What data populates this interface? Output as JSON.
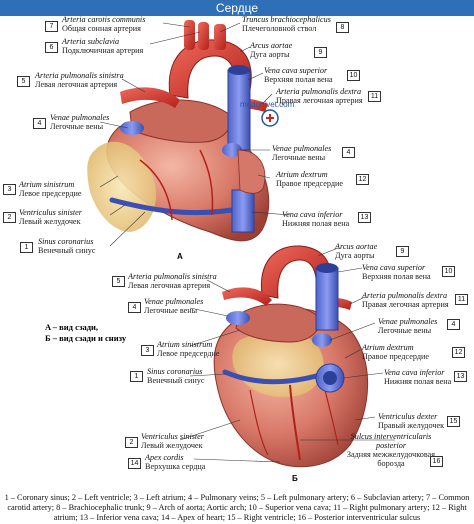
{
  "title": "Сердце",
  "watermark": "medunivet.com",
  "view_labels": {
    "a": "A",
    "b": "Б"
  },
  "view_notes": [
    "A – вид сзади,",
    "Б – вид сзади и снизу"
  ],
  "labels_a": [
    {
      "num": "7",
      "la": "Arteria carotis communis",
      "ru": "Общая сонная артерия"
    },
    {
      "num": "6",
      "la": "Arteria subclavia",
      "ru": "Подключичная артерия"
    },
    {
      "num": "5",
      "la": "Arteria pulmonalis sinistra",
      "ru": "Левая легочная артерия"
    },
    {
      "num": "4",
      "la": "Venae pulmonales",
      "ru": "Легочные вены"
    },
    {
      "num": "3",
      "la": "Atrium sinistrum",
      "ru": "Левое предсердие"
    },
    {
      "num": "2",
      "la": "Ventriculus sinister",
      "ru": "Левый желудочек"
    },
    {
      "num": "1",
      "la": "Sinus coronarius",
      "ru": "Венечный синус"
    },
    {
      "num": "8",
      "la": "Truncus brachiocephalicus",
      "ru": "Плечеголовной ствол"
    },
    {
      "num": "9",
      "la": "Arcus aortae",
      "ru": "Дуга аорты"
    },
    {
      "num": "10",
      "la": "Vena cava superior",
      "ru": "Верхняя полая вена"
    },
    {
      "num": "11",
      "la": "Arteria pulmonalis dextra",
      "ru": "Правая легочная артерия"
    },
    {
      "num": "4",
      "la": "Venae pulmonales",
      "ru": "Легочные вены"
    },
    {
      "num": "12",
      "la": "Atrium dextrum",
      "ru": "Правое предсердие"
    },
    {
      "num": "13",
      "la": "Vena cava inferior",
      "ru": "Нижняя полая вена"
    }
  ],
  "labels_b": [
    {
      "num": "5",
      "la": "Arteria pulmonalis sinistra",
      "ru": "Левая легочная артерия"
    },
    {
      "num": "4",
      "la": "Venae pulmonales",
      "ru": "Легочные вены"
    },
    {
      "num": "3",
      "la": "Atrium sinistrum",
      "ru": "Левое предсердие"
    },
    {
      "num": "1",
      "la": "Sinus coronarius",
      "ru": "Венечный синус"
    },
    {
      "num": "2",
      "la": "Ventriculus sinister",
      "ru": "Левый желудочек"
    },
    {
      "num": "14",
      "la": "Apex cordis",
      "ru": "Верхушка сердца"
    },
    {
      "num": "9",
      "la": "Arcus aortae",
      "ru": "Дуга аорты"
    },
    {
      "num": "10",
      "la": "Vena cava superior",
      "ru": "Верхняя полая вена"
    },
    {
      "num": "11",
      "la": "Arteria pulmonalis dextra",
      "ru": "Правая легочная артерия"
    },
    {
      "num": "4",
      "la": "Venae pulmonales",
      "ru": "Легочные вены"
    },
    {
      "num": "12",
      "la": "Atrium dextrum",
      "ru": "Правое предсердие"
    },
    {
      "num": "13",
      "la": "Vena cava inferior",
      "ru": "Нижняя полая вена"
    },
    {
      "num": "15",
      "la": "Ventriculus dexter",
      "ru": "Правый желудочек"
    },
    {
      "num": "16",
      "la": "Sulcus interventricularis posterior",
      "ru": "Задняя межжелудочковая борозда"
    }
  ],
  "legend": "1 – Coronary sinus; 2 – Left ventricle; 3 – Left atrium; 4 – Pulmonary veins; 5 – Left pulmonary artery; 6 – Subclavian artery; 7 – Common carotid artery; 8 – Brachiocephalic trunk; 9 – Arch of aorta; Aortic arch; 10 – Superior vena cava; 11 – Right pulmonary artery; 12 – Right atrium; 13 – Inferior vena cava; 14 – Apex of heart; 15 – Right ventricle; 16 – Posterior interventricular sulcus"
}
